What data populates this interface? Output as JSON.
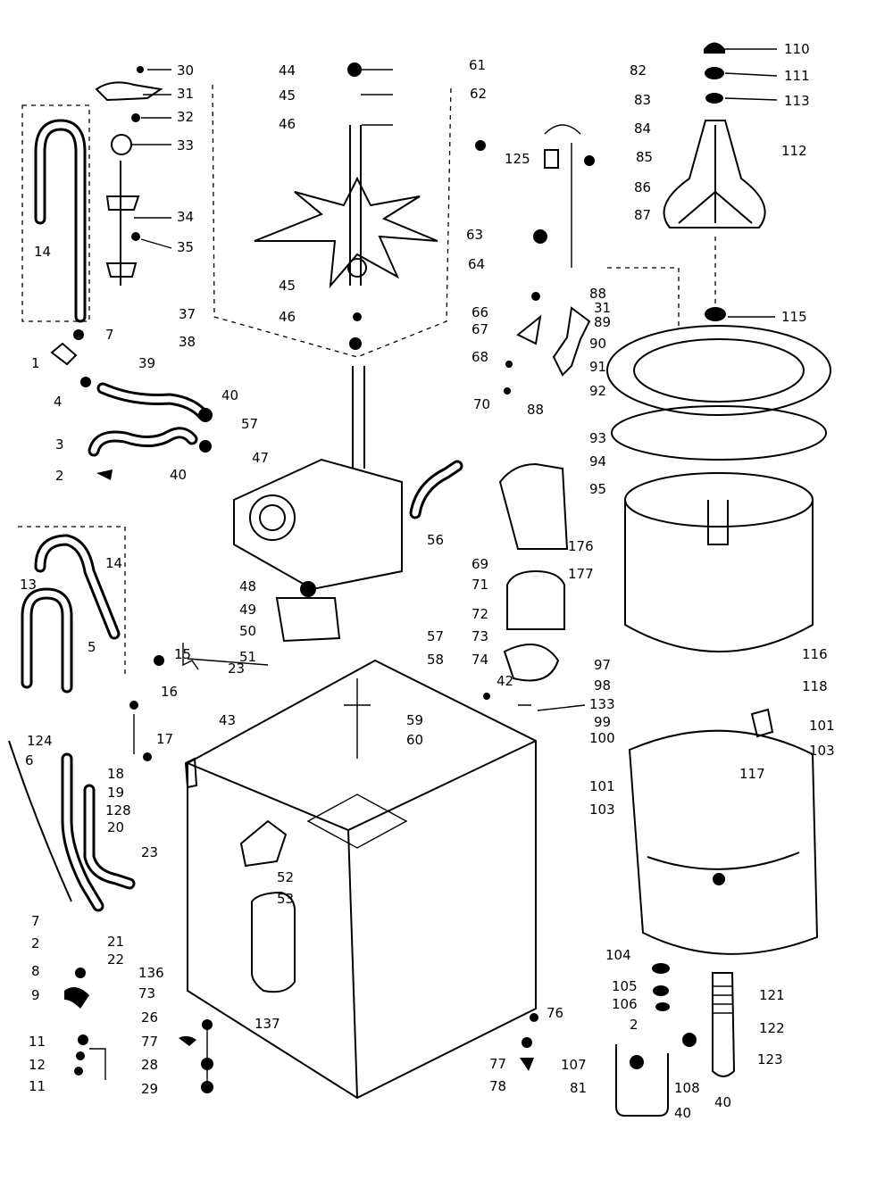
{
  "diagram": {
    "callouts": [
      {
        "id": "c30",
        "text": "30"
      },
      {
        "id": "c31",
        "text": "31"
      },
      {
        "id": "c32",
        "text": "32"
      },
      {
        "id": "c33",
        "text": "33"
      },
      {
        "id": "c34",
        "text": "34"
      },
      {
        "id": "c35",
        "text": "35"
      },
      {
        "id": "c7a",
        "text": "7"
      },
      {
        "id": "c1",
        "text": "1"
      },
      {
        "id": "c4",
        "text": "4"
      },
      {
        "id": "c14a",
        "text": "14"
      },
      {
        "id": "c39",
        "text": "39"
      },
      {
        "id": "c40a",
        "text": "40"
      },
      {
        "id": "c3",
        "text": "3"
      },
      {
        "id": "c2a",
        "text": "2"
      },
      {
        "id": "c40b",
        "text": "40"
      },
      {
        "id": "c37",
        "text": "37"
      },
      {
        "id": "c38",
        "text": "38"
      },
      {
        "id": "c57a",
        "text": "57"
      },
      {
        "id": "c47",
        "text": "47"
      },
      {
        "id": "c44",
        "text": "44"
      },
      {
        "id": "c45a",
        "text": "45"
      },
      {
        "id": "c46a",
        "text": "46"
      },
      {
        "id": "c45b",
        "text": "45"
      },
      {
        "id": "c46b",
        "text": "46"
      },
      {
        "id": "c61",
        "text": "61"
      },
      {
        "id": "c62",
        "text": "62"
      },
      {
        "id": "c63",
        "text": "63"
      },
      {
        "id": "c64",
        "text": "64"
      },
      {
        "id": "c66",
        "text": "66"
      },
      {
        "id": "c67",
        "text": "67"
      },
      {
        "id": "c68",
        "text": "68"
      },
      {
        "id": "c70",
        "text": "70"
      },
      {
        "id": "c88a",
        "text": "88"
      },
      {
        "id": "c82",
        "text": "82"
      },
      {
        "id": "c83",
        "text": "83"
      },
      {
        "id": "c84",
        "text": "84"
      },
      {
        "id": "c85",
        "text": "85"
      },
      {
        "id": "c86",
        "text": "86"
      },
      {
        "id": "c87",
        "text": "87"
      },
      {
        "id": "c125",
        "text": "125"
      },
      {
        "id": "c88b",
        "text": "88"
      },
      {
        "id": "c31b",
        "text": "31"
      },
      {
        "id": "c89",
        "text": "89"
      },
      {
        "id": "c90",
        "text": "90"
      },
      {
        "id": "c91",
        "text": "91"
      },
      {
        "id": "c92",
        "text": "92"
      },
      {
        "id": "c93",
        "text": "93"
      },
      {
        "id": "c94",
        "text": "94"
      },
      {
        "id": "c95",
        "text": "95"
      },
      {
        "id": "c110",
        "text": "110"
      },
      {
        "id": "c111",
        "text": "111"
      },
      {
        "id": "c113",
        "text": "113"
      },
      {
        "id": "c112",
        "text": "112"
      },
      {
        "id": "c115",
        "text": "115"
      },
      {
        "id": "c56",
        "text": "56"
      },
      {
        "id": "c48",
        "text": "48"
      },
      {
        "id": "c49",
        "text": "49"
      },
      {
        "id": "c50",
        "text": "50"
      },
      {
        "id": "c51",
        "text": "51"
      },
      {
        "id": "c69",
        "text": "69"
      },
      {
        "id": "c71",
        "text": "71"
      },
      {
        "id": "c72",
        "text": "72"
      },
      {
        "id": "c73",
        "text": "73"
      },
      {
        "id": "c74",
        "text": "74"
      },
      {
        "id": "c176",
        "text": "176"
      },
      {
        "id": "c177",
        "text": "177"
      },
      {
        "id": "c57b",
        "text": "57"
      },
      {
        "id": "c58",
        "text": "58"
      },
      {
        "id": "c59",
        "text": "59"
      },
      {
        "id": "c60",
        "text": "60"
      },
      {
        "id": "c42",
        "text": "42"
      },
      {
        "id": "c97",
        "text": "97"
      },
      {
        "id": "c98",
        "text": "98"
      },
      {
        "id": "c133",
        "text": "133"
      },
      {
        "id": "c99",
        "text": "99"
      },
      {
        "id": "c100",
        "text": "100"
      },
      {
        "id": "c116",
        "text": "116"
      },
      {
        "id": "c118",
        "text": "118"
      },
      {
        "id": "c117",
        "text": "117"
      },
      {
        "id": "c101a",
        "text": "101"
      },
      {
        "id": "c103a",
        "text": "103"
      },
      {
        "id": "c101b",
        "text": "101"
      },
      {
        "id": "c103b",
        "text": "103"
      },
      {
        "id": "c104",
        "text": "104"
      },
      {
        "id": "c105",
        "text": "105"
      },
      {
        "id": "c106",
        "text": "106"
      },
      {
        "id": "c2b",
        "text": "2"
      },
      {
        "id": "c121",
        "text": "121"
      },
      {
        "id": "c122",
        "text": "122"
      },
      {
        "id": "c123",
        "text": "123"
      },
      {
        "id": "c107",
        "text": "107"
      },
      {
        "id": "c81",
        "text": "81"
      },
      {
        "id": "c108",
        "text": "108"
      },
      {
        "id": "c40c",
        "text": "40"
      },
      {
        "id": "c40d",
        "text": "40"
      },
      {
        "id": "c76",
        "text": "76"
      },
      {
        "id": "c77a",
        "text": "77"
      },
      {
        "id": "c78",
        "text": "78"
      },
      {
        "id": "c13",
        "text": "13"
      },
      {
        "id": "c14b",
        "text": "14"
      },
      {
        "id": "c5",
        "text": "5"
      },
      {
        "id": "c124",
        "text": "124"
      },
      {
        "id": "c6",
        "text": "6"
      },
      {
        "id": "c15",
        "text": "15"
      },
      {
        "id": "c16",
        "text": "16"
      },
      {
        "id": "c23a",
        "text": "23"
      },
      {
        "id": "c43",
        "text": "43"
      },
      {
        "id": "c17",
        "text": "17"
      },
      {
        "id": "c18",
        "text": "18"
      },
      {
        "id": "c19",
        "text": "19"
      },
      {
        "id": "c128",
        "text": "128"
      },
      {
        "id": "c20",
        "text": "20"
      },
      {
        "id": "c23b",
        "text": "23"
      },
      {
        "id": "c7b",
        "text": "7"
      },
      {
        "id": "c2c",
        "text": "2"
      },
      {
        "id": "c21",
        "text": "21"
      },
      {
        "id": "c22",
        "text": "22"
      },
      {
        "id": "c136",
        "text": "136"
      },
      {
        "id": "c73b",
        "text": "73"
      },
      {
        "id": "c52",
        "text": "52"
      },
      {
        "id": "c53",
        "text": "53"
      },
      {
        "id": "c137",
        "text": "137"
      },
      {
        "id": "c8",
        "text": "8"
      },
      {
        "id": "c9",
        "text": "9"
      },
      {
        "id": "c11a",
        "text": "11"
      },
      {
        "id": "c12",
        "text": "12"
      },
      {
        "id": "c11b",
        "text": "11"
      },
      {
        "id": "c26",
        "text": "26"
      },
      {
        "id": "c77b",
        "text": "77"
      },
      {
        "id": "c28",
        "text": "28"
      },
      {
        "id": "c29",
        "text": "29"
      }
    ]
  }
}
